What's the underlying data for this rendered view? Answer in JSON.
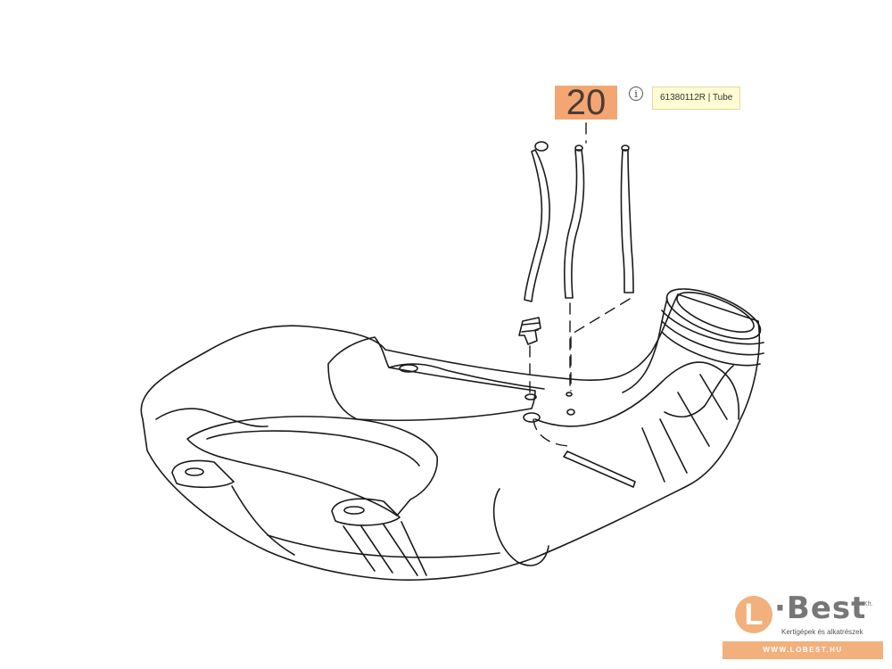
{
  "callout": {
    "number": "20",
    "tooltip": "61380112R | Tube",
    "highlight_color": "#f4a672"
  },
  "info_button": {
    "icon": "info-icon",
    "glyph": "i"
  },
  "logo": {
    "mark": "L",
    "word": "·Best",
    "suffix": "Kft.",
    "tagline": "Kertigépek és alkatrészek",
    "url": "WWW.LOBEST.HU",
    "brand_color": "#f2b07c"
  }
}
